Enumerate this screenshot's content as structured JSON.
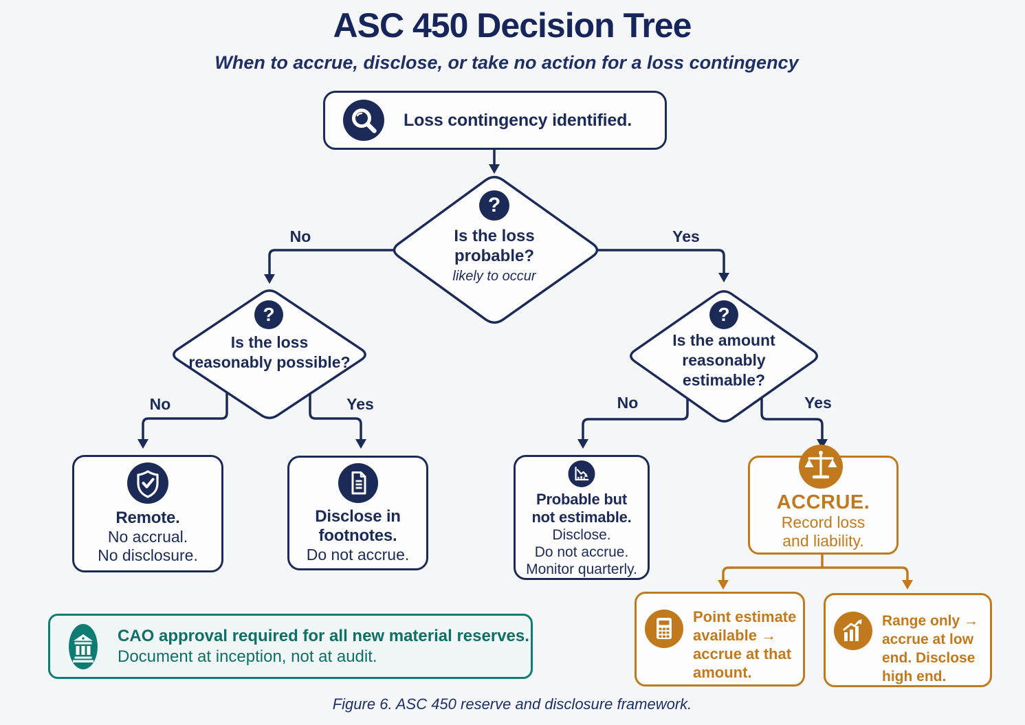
{
  "header": {
    "title": "ASC 450 Decision Tree",
    "subtitle": "When to accrue, disclose, or take no action for a loss contingency"
  },
  "start": {
    "label": "Loss contingency identified.",
    "icon": "magnifier-icon"
  },
  "decisions": {
    "probable": {
      "icon": "question-icon",
      "glyph": "?",
      "lines": [
        "Is the loss",
        "probable?"
      ],
      "note": "likely to occur"
    },
    "possible": {
      "icon": "question-icon",
      "glyph": "?",
      "lines": [
        "Is the loss",
        "reasonably possible?"
      ]
    },
    "estimable": {
      "icon": "question-icon",
      "glyph": "?",
      "lines": [
        "Is the amount",
        "reasonably",
        "estimable?"
      ]
    }
  },
  "edges": {
    "probable_no": "No",
    "probable_yes": "Yes",
    "possible_no": "No",
    "possible_yes": "Yes",
    "estimable_no": "No",
    "estimable_yes": "Yes"
  },
  "outcomes": {
    "remote": {
      "icon": "shield-check-icon",
      "title": "Remote.",
      "lines": [
        "No accrual.",
        "No disclosure."
      ]
    },
    "disclose": {
      "icon": "document-icon",
      "title_lines": [
        "Disclose in",
        "footnotes."
      ],
      "lines": [
        "Do not accrue."
      ]
    },
    "probable_not_estimable": {
      "icon": "chart-down-icon",
      "title_lines": [
        "Probable but",
        "not estimable."
      ],
      "lines": [
        "Disclose.",
        "Do not accrue.",
        "Monitor quarterly."
      ]
    },
    "accrue": {
      "icon": "scales-icon",
      "title": "ACCRUE.",
      "lines": [
        "Record loss",
        "and liability."
      ]
    },
    "point_estimate": {
      "icon": "calculator-icon",
      "text": "Point estimate available → accrue at that amount."
    },
    "range_only": {
      "icon": "bar-chart-icon",
      "text": "Range only → accrue at low end. Disclose high end."
    }
  },
  "note": {
    "icon": "bank-icon",
    "line_bold": "CAO approval required for all new material reserves.",
    "line_regular": "Document at inception, not at audit."
  },
  "caption": "Figure 6. ASC 450 reserve and disclosure framework.",
  "colors": {
    "navy": "#1b2a57",
    "orange": "#c0791d",
    "teal": "#0e7d74",
    "background": "#f5f6f8",
    "node_fill": "#fdfdfe"
  }
}
